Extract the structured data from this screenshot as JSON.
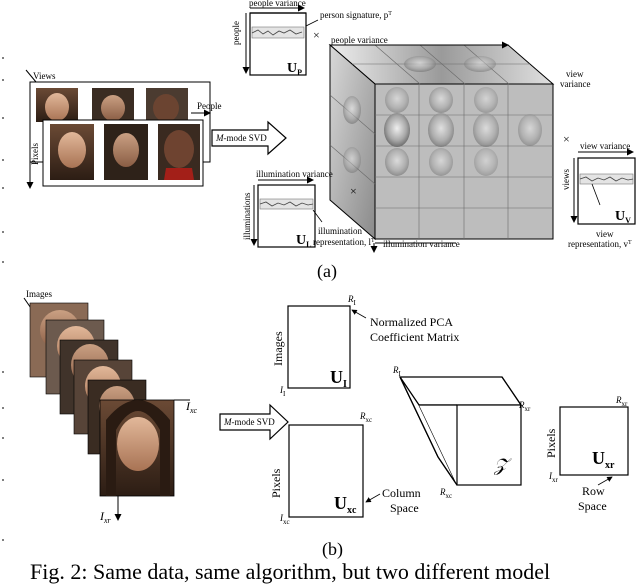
{
  "panel_a": {
    "label": "(a)",
    "people_box": {
      "top_label": "people variance",
      "side_label": "people",
      "signature_label": "person signature, p",
      "signature_sup": "T",
      "matrix_label": "U",
      "matrix_sub": "P"
    },
    "image_stack": {
      "views_label": "Views",
      "people_label": "People",
      "pixels_label": "Pixels"
    },
    "svd_label_m": "M",
    "svd_label_rest": "-mode SVD",
    "cube": {
      "people_variance": "people variance",
      "view_variance_1": "view",
      "view_variance_2": "variance",
      "illumination_variance": "illumination variance"
    },
    "views_box": {
      "top_label": "view variance",
      "side_label": "views",
      "matrix_label": "U",
      "matrix_sub": "V",
      "rep_label_1": "view",
      "rep_label_2": "representation, v",
      "rep_sup": "T"
    },
    "illum_box": {
      "top_label": "illumination variance",
      "side_label": "illuminations",
      "matrix_label": "U",
      "matrix_sub": "L",
      "rep_label_1": "illumination",
      "rep_label_2": "representation, l",
      "rep_sup": "T"
    },
    "times_symbol": "×"
  },
  "panel_b": {
    "label": "(b)",
    "images_label": "Images",
    "i_xc": "I",
    "i_xc_sub": "xc",
    "i_xr": "I",
    "i_xr_sub": "xr",
    "svd_label_m": "M",
    "svd_label_rest": "-mode SVD",
    "ui_box": {
      "r_label": "R",
      "r_sub": "I",
      "i_label": "I",
      "i_sub": "I",
      "side_label": "Images",
      "matrix_label": "U",
      "matrix_sub": "I",
      "note_1": "Normalized PCA",
      "note_2": "Coefficient Matrix"
    },
    "uxc_box": {
      "r_label": "R",
      "r_sub": "xc",
      "i_label": "I",
      "i_sub": "xc",
      "side_label": "Pixels",
      "matrix_label": "U",
      "matrix_sub": "xc",
      "note_1": "Column",
      "note_2": "Space"
    },
    "z_cube": {
      "r_i": "R",
      "r_i_sub": "I",
      "r_xr": "R",
      "r_xr_sub": "xr",
      "r_xc": "R",
      "r_xc_sub": "xc",
      "z_symbol": "𝒵"
    },
    "uxr_box": {
      "r_label": "R",
      "r_sub": "xr",
      "i_label": "I",
      "i_sub": "xr",
      "side_label": "Pixels",
      "matrix_label": "U",
      "matrix_sub": "xr",
      "note_1": "Row",
      "note_2": "Space"
    }
  },
  "caption": "Fig. 2: Same data, same algorithm, but two different model"
}
